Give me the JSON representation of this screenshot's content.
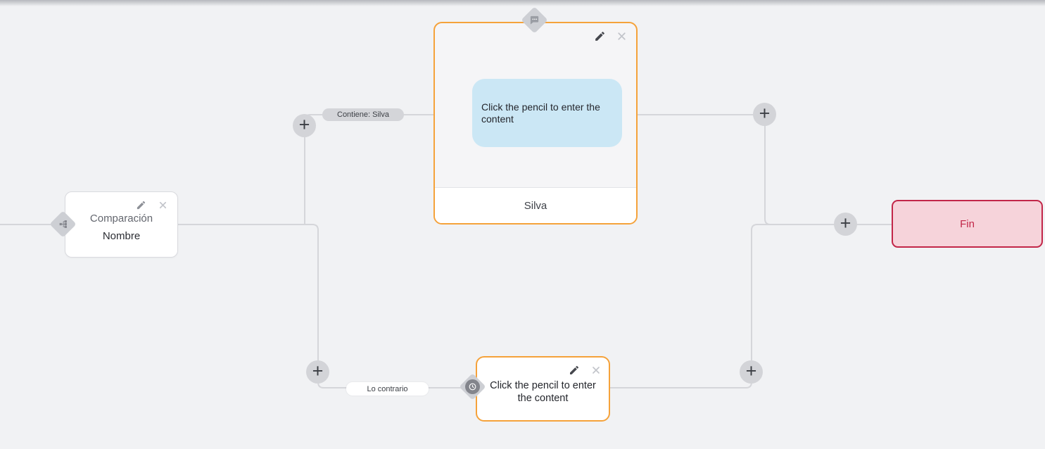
{
  "ui": {
    "plus": "+",
    "colors": {
      "canvas_bg": "#F1F2F4",
      "wire": "#D5D6DA",
      "accent_orange": "#F5A23A",
      "bubble_blue": "#CBE7F5",
      "end_border": "#C22648",
      "end_bg": "#F6D3DA"
    },
    "icons": {
      "edit": "pencil-icon",
      "delete": "x-icon",
      "add": "plus-icon",
      "condition": "sitemap-icon",
      "message": "chat-bubble-icon",
      "else": "clock-icon"
    }
  },
  "nodes": {
    "condition": {
      "line1": "Comparación",
      "line2": "Nombre"
    },
    "message": {
      "bubble_text": "Click the pencil to enter the content",
      "footer": "Silva"
    },
    "else": {
      "text": "Click the pencil to enter the content"
    },
    "end": {
      "label": "Fin"
    }
  },
  "edges": {
    "top_label": "Contiene: Silva",
    "bottom_label": "Lo contrario"
  }
}
